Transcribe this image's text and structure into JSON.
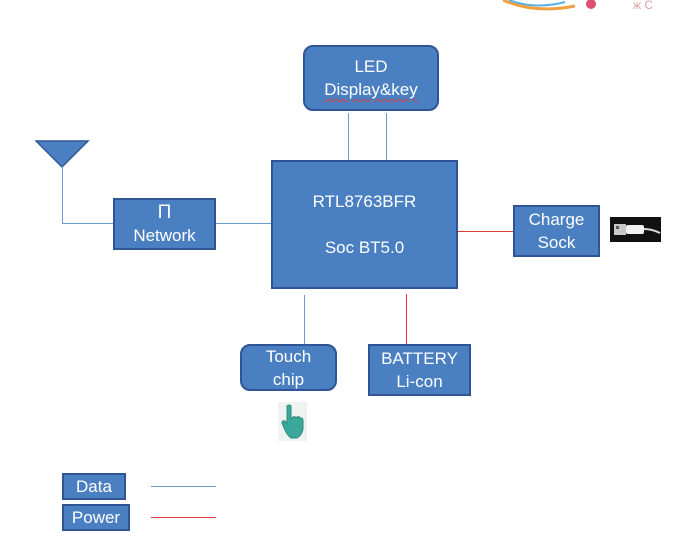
{
  "blocks": {
    "led": {
      "line1": "LED",
      "line2": "Display&key"
    },
    "soc": {
      "line1": "RTL8763BFR",
      "line2": "Soc BT5.0"
    },
    "network": {
      "line1": "Π",
      "line2": "Network"
    },
    "charge": {
      "line1": "Charge",
      "line2": "Sock"
    },
    "touch": {
      "line1": "Touch",
      "line2": "chip"
    },
    "battery": {
      "line1": "BATTERY",
      "line2": "Li-con"
    }
  },
  "legend": {
    "data_label": "Data",
    "power_label": "Power",
    "data_color": "#6c9bd2",
    "power_color": "#e03a3a"
  },
  "icons": [
    "antenna-icon",
    "usb-cable-icon",
    "pointing-hand-icon",
    "logo-fragment"
  ]
}
